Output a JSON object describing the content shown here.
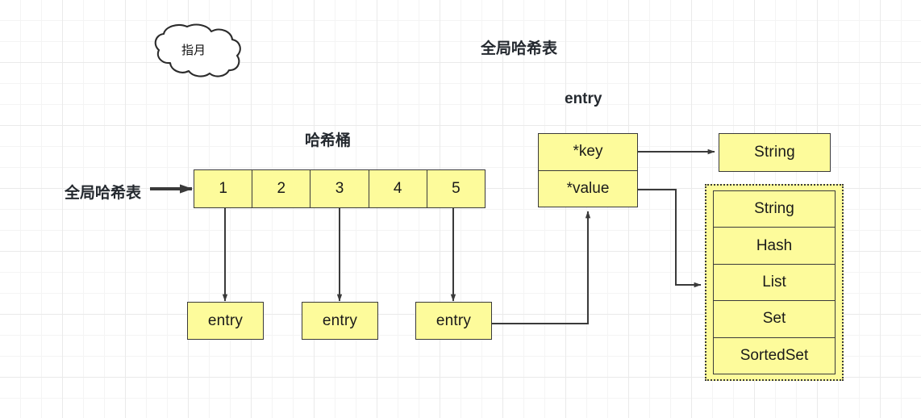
{
  "title": "全局哈希表",
  "annotations": {
    "cloud_note": "指月",
    "bucket_array_label": "哈希桶",
    "global_table_label": "全局哈希表",
    "entry_label": "entry"
  },
  "bucket_array": {
    "cells": [
      "1",
      "2",
      "3",
      "4",
      "5"
    ]
  },
  "entries": [
    {
      "label": "entry"
    },
    {
      "label": "entry"
    },
    {
      "label": "entry"
    }
  ],
  "entry_struct": {
    "rows": [
      "*key",
      "*value"
    ]
  },
  "key_target": {
    "label": "String"
  },
  "value_types": {
    "rows": [
      "String",
      "Hash",
      "List",
      "Set",
      "SortedSet"
    ]
  },
  "colors": {
    "box_fill": "#fdfb9b",
    "box_stroke": "#3a3a3a",
    "text": "#1a1a1a",
    "label_text": "#24292f",
    "grid_minor": "#f4f4f4",
    "grid_major": "#eaeaea",
    "background": "#ffffff"
  }
}
